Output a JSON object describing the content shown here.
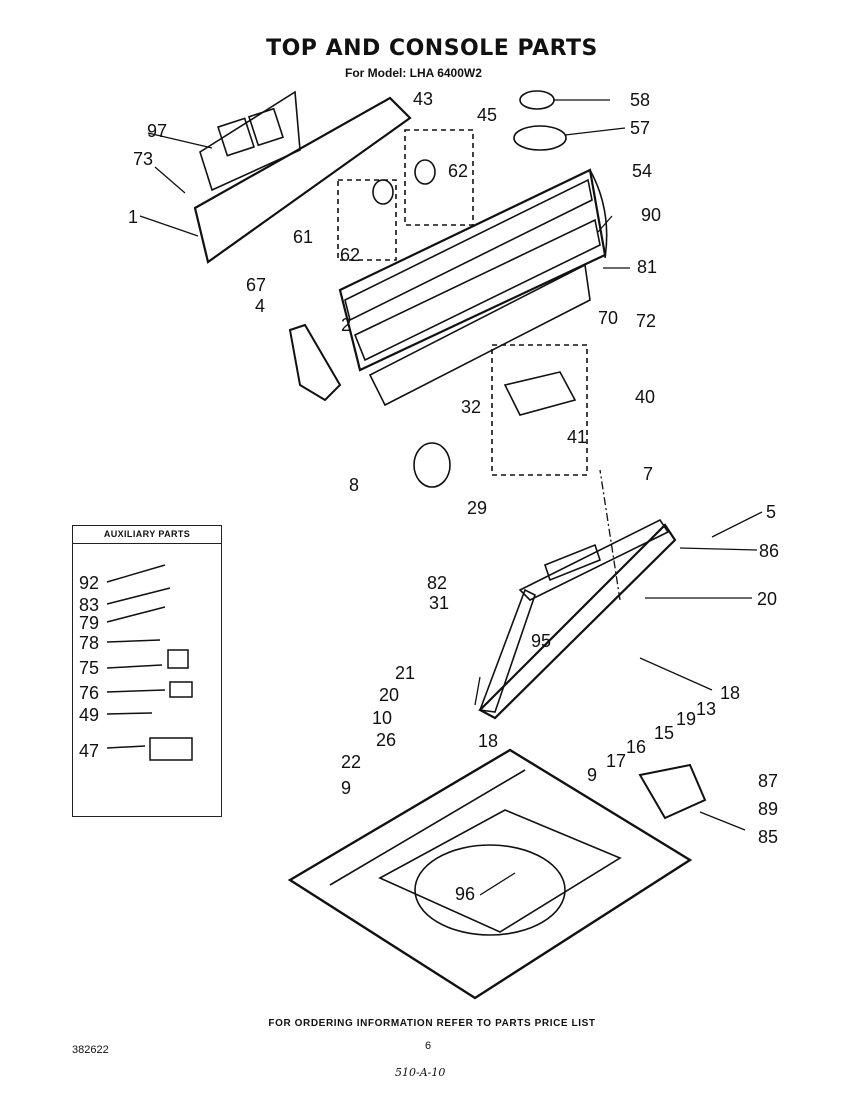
{
  "header": {
    "title": "TOP AND CONSOLE PARTS",
    "subtitle": "For Model: LHA 6400W2"
  },
  "auxiliary_parts": {
    "heading": "AUXILIARY PARTS",
    "items": [
      "92",
      "83",
      "79",
      "78",
      "75",
      "76",
      "49",
      "47"
    ]
  },
  "callouts": [
    "97",
    "73",
    "1",
    "43",
    "45",
    "62",
    "61",
    "62",
    "58",
    "57",
    "54",
    "90",
    "81",
    "67",
    "4",
    "2",
    "70",
    "72",
    "40",
    "41",
    "32",
    "8",
    "29",
    "82",
    "31",
    "7",
    "5",
    "86",
    "20",
    "95",
    "21",
    "20",
    "10",
    "18",
    "13",
    "19",
    "15",
    "16",
    "17",
    "26",
    "22",
    "9",
    "9",
    "18",
    "87",
    "89",
    "85",
    "96"
  ],
  "footer": {
    "ordering_note": "FOR ORDERING INFORMATION REFER TO PARTS PRICE LIST",
    "document_number": "382622",
    "page_number": "6",
    "handwritten_note": "510-A-10"
  }
}
